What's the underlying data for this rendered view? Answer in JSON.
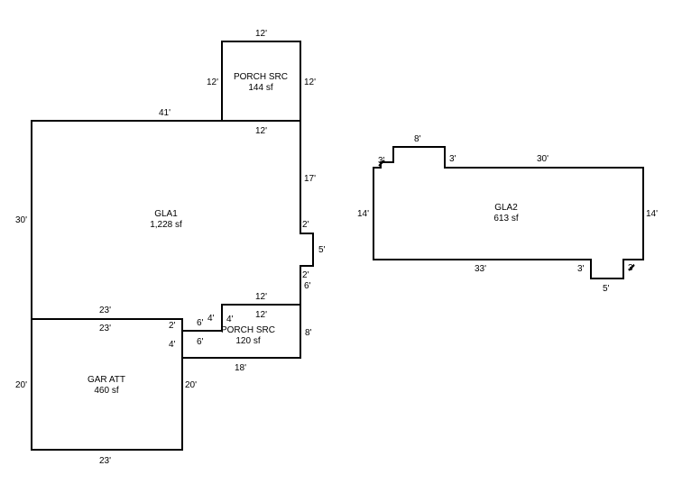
{
  "rooms": {
    "porch_top": {
      "name": "PORCH SRC",
      "area": "144 sf"
    },
    "gla1": {
      "name": "GLA1",
      "area": "1,228 sf"
    },
    "gar_att": {
      "name": "GAR ATT",
      "area": "460 sf"
    },
    "porch_mid": {
      "name": "PORCH SRC",
      "area": "120 sf"
    },
    "gla2": {
      "name": "GLA2",
      "area": "613 sf"
    }
  },
  "dimensions": {
    "porch_top_top": "12'",
    "porch_top_left": "12'",
    "porch_top_right": "12'",
    "gla1_top_left": "41'",
    "gla1_top_right": "12'",
    "gla1_right_upper": "17'",
    "gla1_left": "30'",
    "bump_top": "2'",
    "bump_right": "5'",
    "bump_bottom": "2'",
    "gla1_right_lower": "6'",
    "porch_mid_top_a": "12'",
    "porch_mid_top_b": "12'",
    "porch_mid_step_a": "4'",
    "porch_mid_step_b": "4'",
    "porch_mid_step_c": "6'",
    "porch_mid_step_d": "6'",
    "porch_mid_right": "8'",
    "porch_mid_bottom": "18'",
    "gar_top_a": "23'",
    "gar_top_b": "23'",
    "gar_notch_a": "2'",
    "gar_notch_b": "4'",
    "gar_left": "20'",
    "gar_right": "20'",
    "gar_bottom": "23'",
    "gla2_top_notch": "8'",
    "gla2_top_left_small": "3'",
    "gla2_top_step": "3'",
    "gla2_top_right": "30'",
    "gla2_left": "14'",
    "gla2_right": "14'",
    "gla2_bottom": "33'",
    "gla2_bottom_step": "3'",
    "gla2_bottom_small": "3'",
    "gla2_bottom_notch": "5'"
  }
}
